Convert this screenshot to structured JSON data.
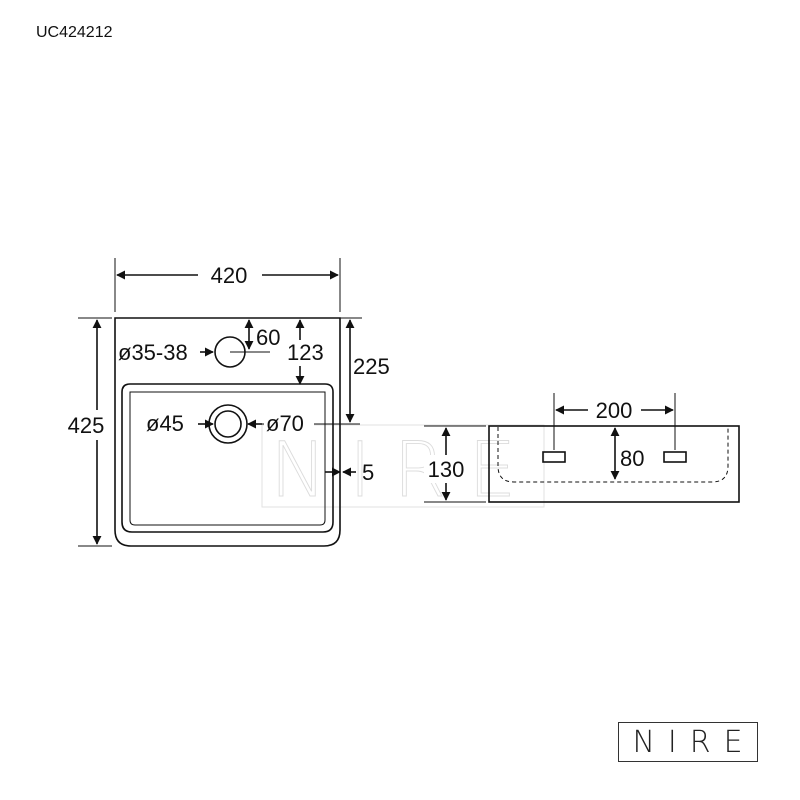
{
  "model_code": "UC424212",
  "logo": "NIRE",
  "watermark": "NIRE",
  "top_view": {
    "width": "420",
    "depth": "425",
    "tap_hole_diameter": "ø35-38",
    "tap_hole_offset": "60",
    "tap_to_bowl": "123",
    "tap_to_drain": "225",
    "drain_hole": "ø45",
    "drain_outer": "ø70",
    "rim_thickness": "5"
  },
  "side_view": {
    "height": "130",
    "mount_spacing": "200",
    "mount_height": "80"
  }
}
